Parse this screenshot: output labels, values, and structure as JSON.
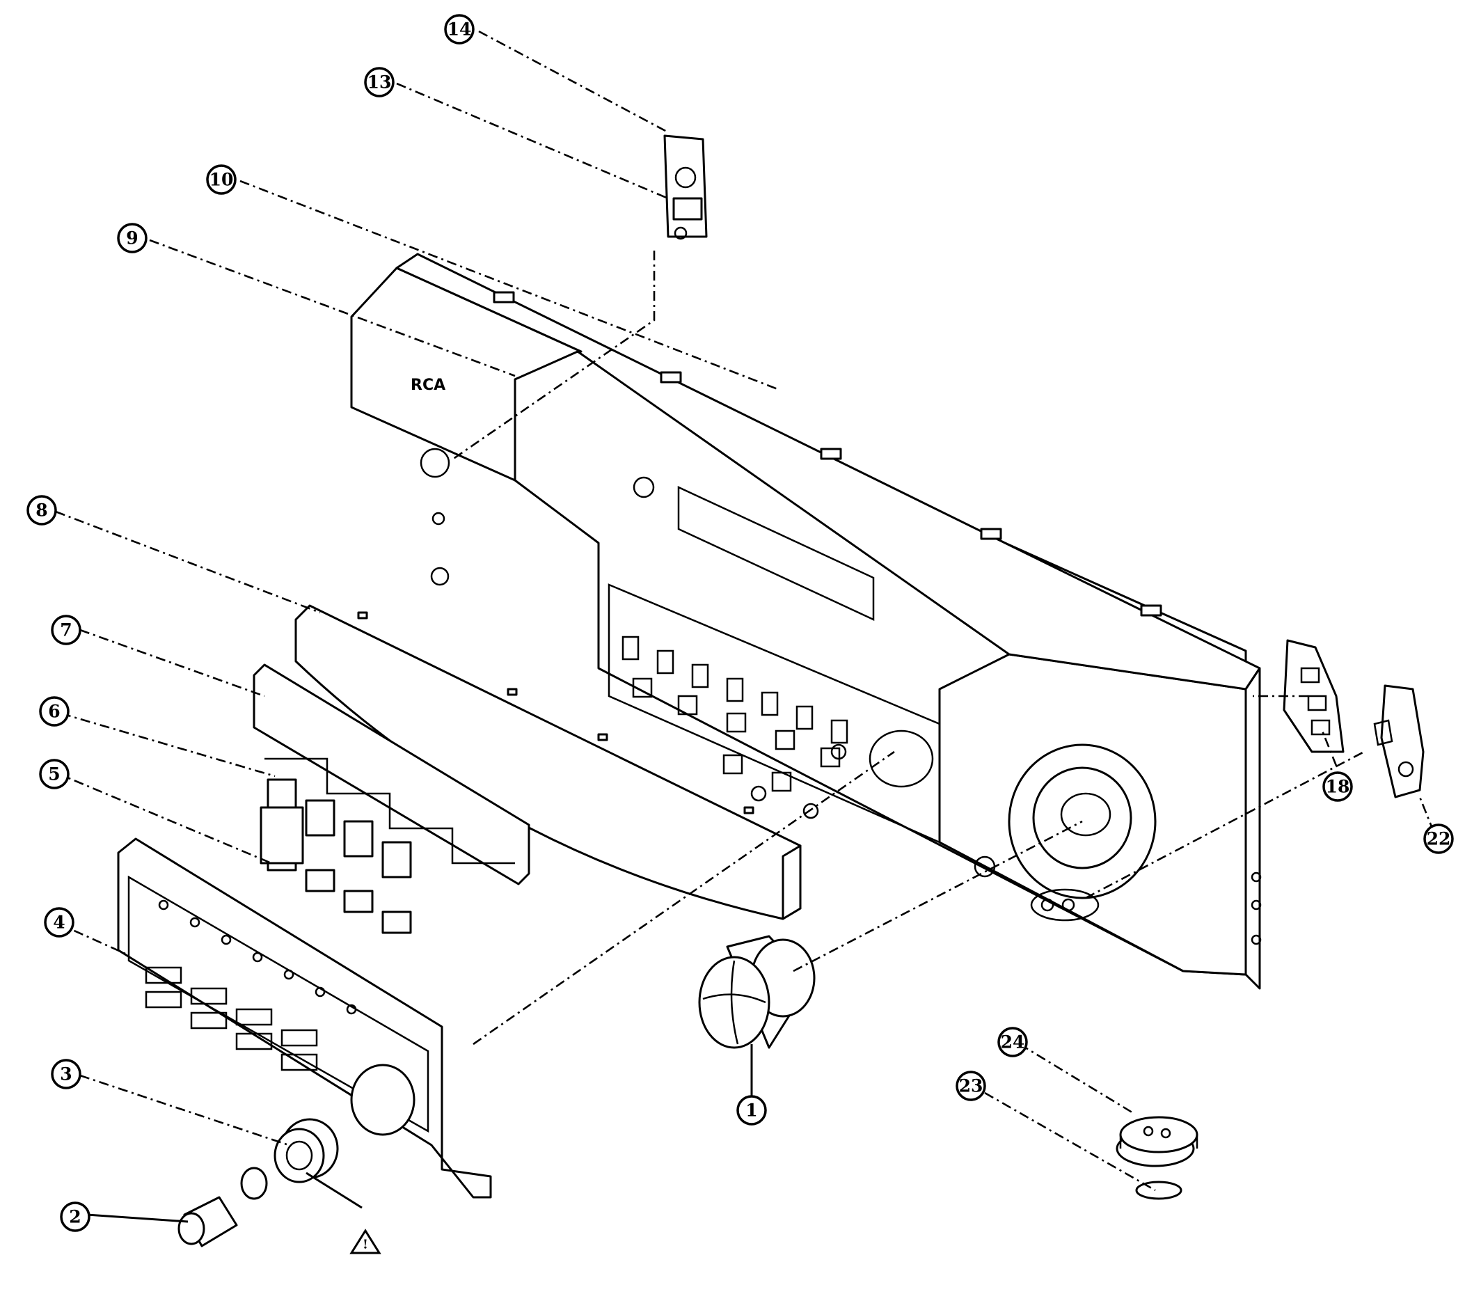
{
  "diagram": {
    "brand_mark": "RCA",
    "warning_symbol": "!",
    "callouts": [
      {
        "id": "c1",
        "label": "1"
      },
      {
        "id": "c2",
        "label": "2"
      },
      {
        "id": "c3",
        "label": "3"
      },
      {
        "id": "c4",
        "label": "4"
      },
      {
        "id": "c5",
        "label": "5"
      },
      {
        "id": "c6",
        "label": "6"
      },
      {
        "id": "c7",
        "label": "7"
      },
      {
        "id": "c8",
        "label": "8"
      },
      {
        "id": "c9",
        "label": "9"
      },
      {
        "id": "c10",
        "label": "10"
      },
      {
        "id": "c13",
        "label": "13"
      },
      {
        "id": "c14",
        "label": "14"
      },
      {
        "id": "c18",
        "label": "18"
      },
      {
        "id": "c22",
        "label": "22"
      },
      {
        "id": "c23",
        "label": "23"
      },
      {
        "id": "c24",
        "label": "24"
      }
    ]
  }
}
